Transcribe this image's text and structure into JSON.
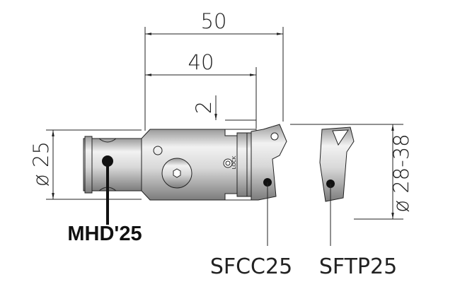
{
  "dimensions": {
    "overall_length": "50",
    "body_length": "40",
    "step": "2",
    "shank_diameter": "ø 25",
    "boring_range": "ø 28-38"
  },
  "labels": {
    "adapter": "MHD'25",
    "insert_holder_1": "SFCC25",
    "insert_holder_2": "SFTP25",
    "lock_marking": "LOCK"
  },
  "colors": {
    "line": "#222222",
    "body_light": "#e8e8e8",
    "body_dark": "#8a8a8a"
  }
}
